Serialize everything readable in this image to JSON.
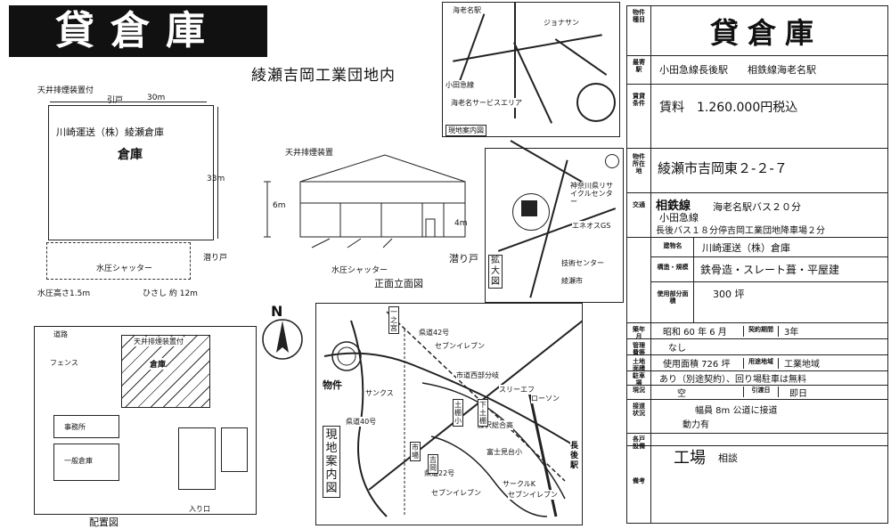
{
  "header": {
    "title": "貸倉庫",
    "subtitle": "綾瀬吉岡工業団地内"
  },
  "floor_plan": {
    "top_label": "天井排煙装置付",
    "dim_door": "引戸",
    "dim_width": "30m",
    "tenant": "川崎運送（株）綾瀬倉庫",
    "room": "倉庫",
    "dim_depth": "33m",
    "shutter": "水圧シャッター",
    "side_door": "潜り戸",
    "shutter_height": "水圧高さ1.5m",
    "eaves": "ひさし 約 12m"
  },
  "elevation": {
    "vent": "天井排煙装置",
    "height_6": "6m",
    "height_4": "4m",
    "shutter": "水圧シャッター",
    "side_door": "潜り戸",
    "caption": "正面立面図"
  },
  "site_plan": {
    "caption": "配置図",
    "road": "道路",
    "fence": "フェンス",
    "warehouse": "倉庫",
    "vent": "天井排煙装置付",
    "entrance": "入り口",
    "building_a": "事務所",
    "building_b": "一般倉庫"
  },
  "small_map": {
    "station": "海老名駅",
    "shop": "ジョナサン",
    "rest_area": "海老名サービスエリア",
    "line": "小田急線",
    "caption": "現地案内図"
  },
  "zoom_map": {
    "caption": "拡大図",
    "label_a": "神奈川県リサイクルセンター",
    "label_b": "エネオスGS",
    "label_c": "技術センター",
    "label_d": "綾瀬市"
  },
  "compass": {
    "north": "N"
  },
  "area_map": {
    "caption": "現地案内図",
    "property": "物件",
    "road42": "県道42号",
    "road22": "県道22号",
    "road40": "県道40号",
    "seven1": "セブンイレブン",
    "seven2": "セブンイレブン",
    "seven3": "セブンイレブン",
    "circlek": "サークルK",
    "sunkus": "サンクス",
    "lawson": "ローソン",
    "three_f": "スリーエフ",
    "station_chogo": "長後駅",
    "school": "藤沢総合高",
    "fujimi": "富士見台小",
    "doi": "土棚小",
    "shimotsuchi": "下土棚",
    "ichiba": "市場",
    "ichinomiya": "一之宮",
    "yoshioka": "吉岡",
    "hyakumoku": "市道西部分岐"
  },
  "spec": {
    "title": "貸倉庫",
    "rows": [
      {
        "key": "物件種目",
        "value": ""
      },
      {
        "key": "最寄駅",
        "value": "小田急線長後駅　　相鉄線海老名駅"
      },
      {
        "key": "賃貸条件",
        "value": "賃料　1.260.000円税込"
      },
      {
        "key": "物件所在地",
        "value": "綾瀬市吉岡東２‐２‐７"
      },
      {
        "key": "交通",
        "value_a": "相鉄線",
        "value_b": "海老名駅バス２０分",
        "value_c": "小田急線",
        "value_d": "長後バス１８分停吉岡工業団地降車場２分"
      },
      {
        "key": "建物名",
        "value": "川崎運送（株）倉庫"
      },
      {
        "key": "構造・規模",
        "value": "鉄骨造・スレート葺・平屋建"
      },
      {
        "key": "使用部分面積",
        "value": "300 坪"
      },
      {
        "key": "築年月",
        "value": "昭和 60 年 6 月",
        "key2": "契約期間",
        "value2": "3年"
      },
      {
        "key": "管理費等",
        "value": "なし"
      },
      {
        "key": "土地面積",
        "value": "使用面積 726 坪",
        "key2": "用途地域",
        "value2": "工業地域"
      },
      {
        "key": "駐車場",
        "value": "あり（別途契約）、回り場駐車は無料"
      },
      {
        "key": "現況",
        "value": "空",
        "key2": "引渡日",
        "value2": "即日"
      },
      {
        "key": "接道状況",
        "value_a": "幅員 8m 公道に接道",
        "value_b": "動力有"
      },
      {
        "key": "各戸設備",
        "value": ""
      },
      {
        "key": "備考",
        "value": "工場",
        "value_small": "相談"
      }
    ]
  }
}
